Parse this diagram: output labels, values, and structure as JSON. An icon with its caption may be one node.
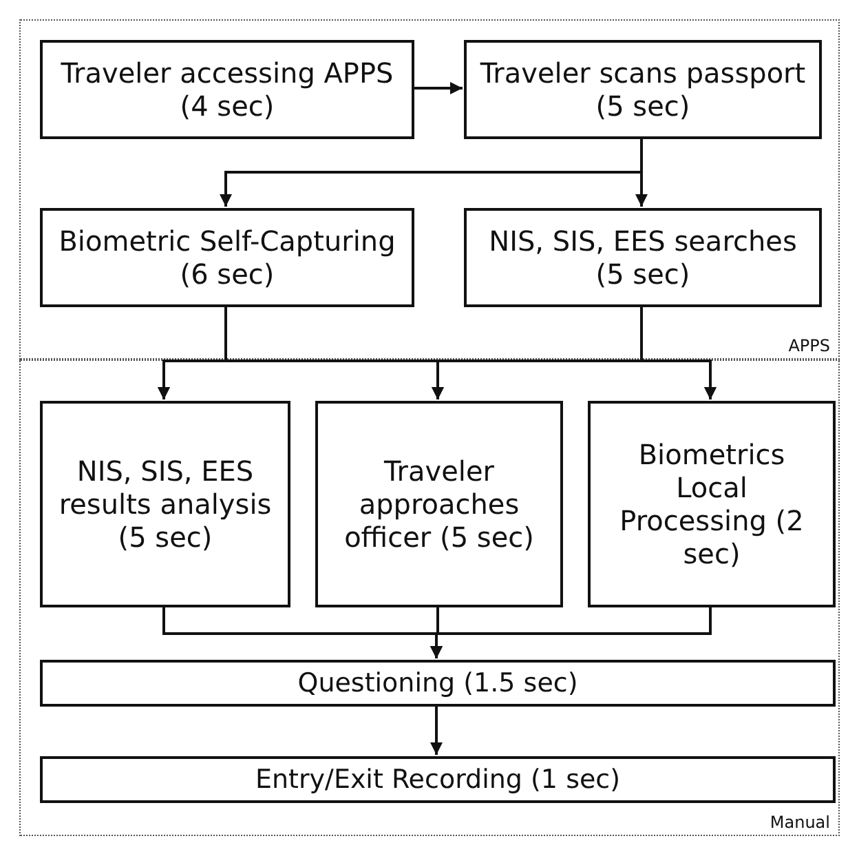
{
  "diagram": {
    "nodes": [
      {
        "text": [
          "APPS"
        ]
      },
      {
        "text": [
          "Traveler accessing APPS (4 sec)"
        ],
        "in": 0
      },
      {
        "text": [
          "Traveler scans passport (5 sec)"
        ],
        "in": 0
      },
      {
        "text": [
          "Biometric Self-Capturing (6 sec)"
        ],
        "in": 0
      },
      {
        "text": [
          "NIS, SIS, EES searches (5 sec)"
        ],
        "in": 0
      },
      {
        "text": [
          "Manual"
        ]
      },
      {
        "text": [
          "NIS, SIS, EES results analysis (5 sec)"
        ],
        "in": 5
      },
      {
        "text": [
          "Traveler approaches officer (5 sec)"
        ],
        "in": 5
      },
      {
        "text": [
          "Biometrics Local Processing (2 sec)"
        ],
        "in": 5
      },
      {
        "text": [
          "Questioning (1.5 sec)"
        ],
        "in": 5
      },
      {
        "text": [
          "Entry/Exit Recording (1 sec)"
        ],
        "in": 5
      }
    ],
    "edges": [
      {
        "from": 1,
        "to": 2,
        "arrow": "to"
      },
      {
        "from": 2,
        "to": 3,
        "arrow": "to"
      },
      {
        "from": 2,
        "to": 4,
        "arrow": "to"
      },
      {
        "from": 3,
        "to": 6,
        "arrow": "to"
      },
      {
        "from": 3,
        "to": 7,
        "arrow": "to"
      },
      {
        "from": 3,
        "to": 8,
        "arrow": "to"
      },
      {
        "from": 4,
        "to": 6,
        "arrow": "to"
      },
      {
        "from": 4,
        "to": 7,
        "arrow": "to"
      },
      {
        "from": 4,
        "to": 8,
        "arrow": "to"
      },
      {
        "from": 6,
        "to": 9,
        "arrow": "to"
      },
      {
        "from": 7,
        "to": 9,
        "arrow": "to"
      },
      {
        "from": 8,
        "to": 9,
        "arrow": "to"
      },
      {
        "from": 9,
        "to": 10,
        "arrow": "to"
      }
    ]
  }
}
